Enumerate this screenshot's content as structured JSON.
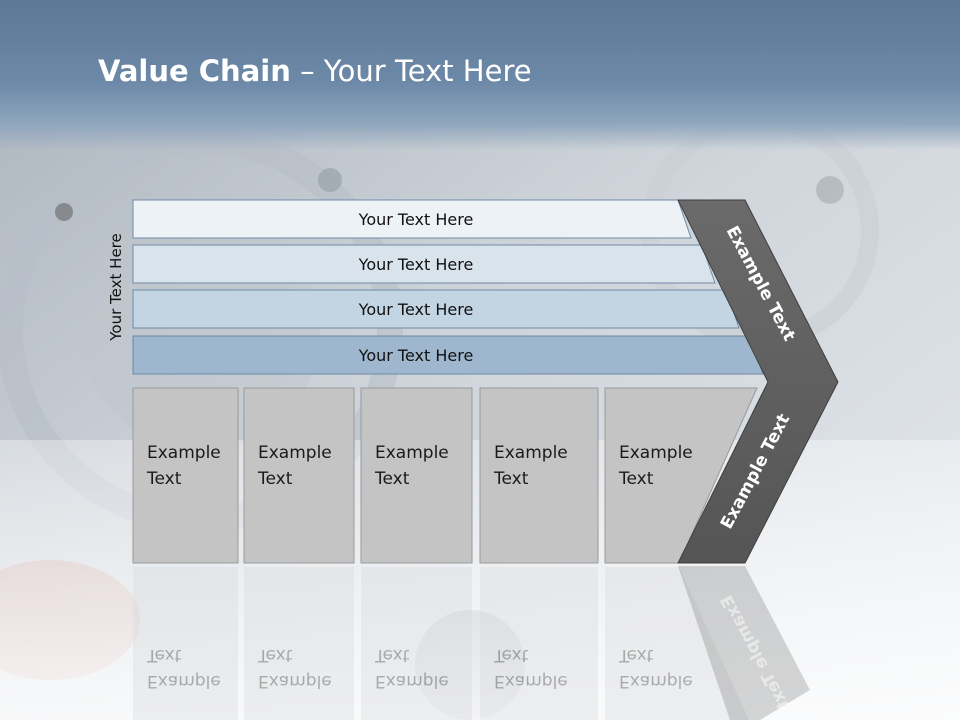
{
  "slide": {
    "title_bold": "Value Chain",
    "title_rest": " – Your Text Here",
    "side_label": "Your Text Here"
  },
  "rows": [
    "Your Text Here",
    "Your Text Here",
    "Your Text Here",
    "Your Text Here"
  ],
  "columns": [
    [
      "Example",
      "Text"
    ],
    [
      "Example",
      "Text"
    ],
    [
      "Example",
      "Text"
    ],
    [
      "Example",
      "Text"
    ],
    [
      "Example",
      "Text"
    ]
  ],
  "chevron": {
    "upper_label": "Example Text",
    "lower_label": "Example Text"
  },
  "colors": {
    "title_band": "#6d89a8",
    "row_fills": [
      "#edf2f7",
      "#d9e3ec",
      "#c3d4e3",
      "#9fb7ce"
    ],
    "column_fill": "#c4c4c4",
    "chevron_fill": "#5e5e5e"
  }
}
